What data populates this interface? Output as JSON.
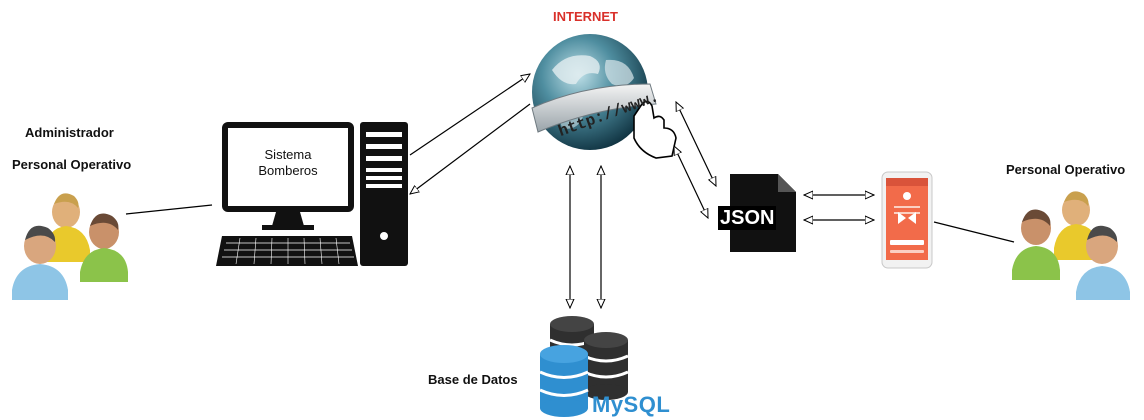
{
  "labels": {
    "internet": "INTERNET",
    "admin": "Administrador",
    "personal_left": "Personal Operativo",
    "personal_right": "Personal Operativo",
    "database": "Base de Datos"
  },
  "computer": {
    "line1": "Sistema",
    "line2": "Bomberos"
  },
  "globe": {
    "url": "http://www."
  },
  "json_file": {
    "label": "JSON"
  },
  "mysql": {
    "label": "MySQL"
  },
  "colors": {
    "internet_label": "#d9302a",
    "mysql_blue": "#2f8fd0",
    "app_orange": "#f26b4a"
  }
}
